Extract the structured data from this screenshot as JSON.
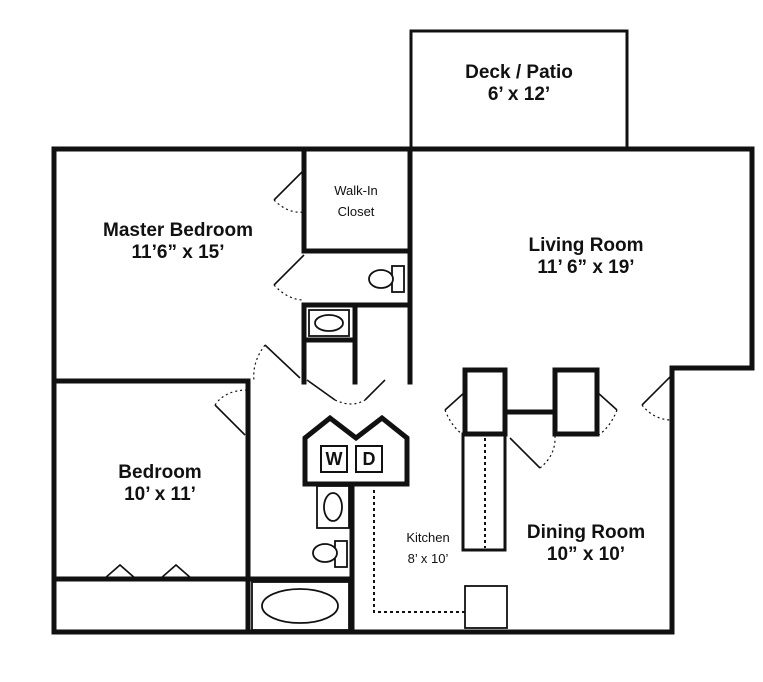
{
  "rooms": {
    "deck": {
      "name": "Deck / Patio",
      "size": "6’ x 12’"
    },
    "master_bedroom": {
      "name": "Master Bedroom",
      "size": "11’6” x 15’"
    },
    "walk_in_closet": {
      "line1": "Walk-In",
      "line2": "Closet"
    },
    "living_room": {
      "name": "Living Room",
      "size": "11’ 6” x 19’"
    },
    "bedroom": {
      "name": "Bedroom",
      "size": "10’ x 11’"
    },
    "kitchen": {
      "name": "Kitchen",
      "size": "8’ x 10’"
    },
    "dining_room": {
      "name": "Dining Room",
      "size": "10” x 10’"
    }
  },
  "appliances": {
    "washer": "W",
    "dryer": "D"
  }
}
